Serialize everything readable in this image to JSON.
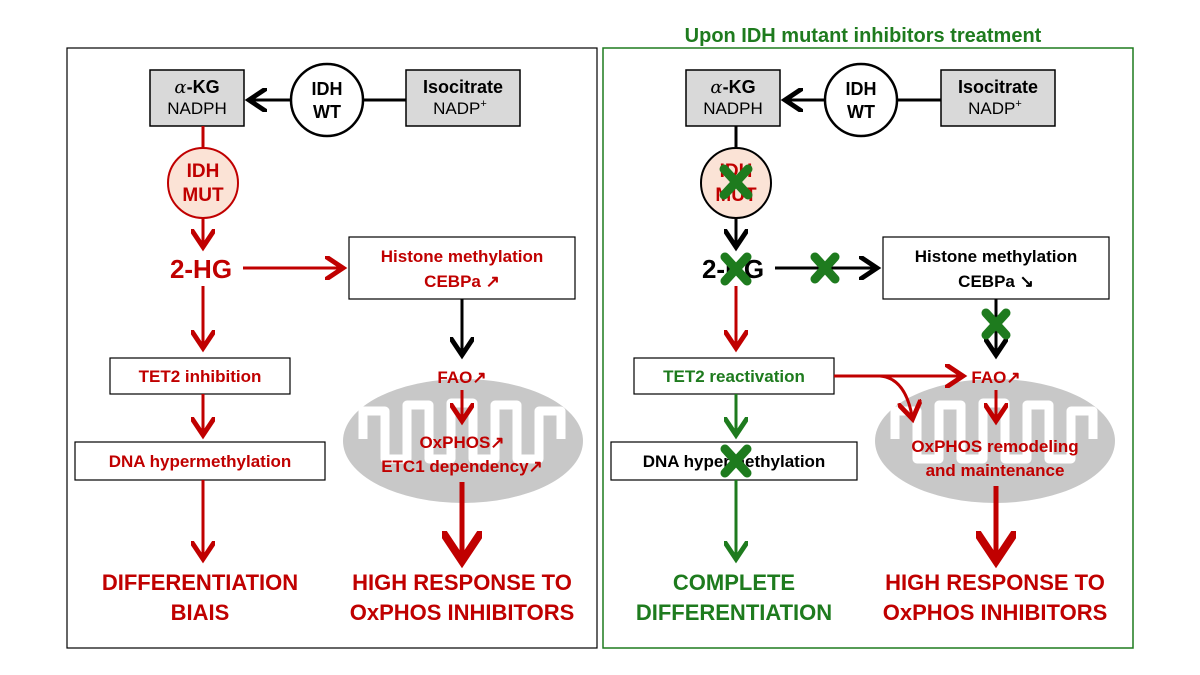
{
  "colors": {
    "red": "#c00000",
    "green": "#1e7b1e",
    "black": "#000000",
    "gray_box": "#d9d9d9",
    "pink_circle": "#fbe3d6",
    "mito_gray": "#c8c8c8"
  },
  "header": {
    "right_title": "Upon IDH mutant inhibitors treatment"
  },
  "left_panel": {
    "akg_line1_greek": "α",
    "akg_line1_rest": "-KG",
    "akg_line2": "NADPH",
    "idh_wt_line1": "IDH",
    "idh_wt_line2": "WT",
    "isocitrate_line1": "Isocitrate",
    "isocitrate_line2": "NADP",
    "isocitrate_sup": "+",
    "idh_mut_line1": "IDH",
    "idh_mut_line2": "MUT",
    "hg": "2-HG",
    "histone_line1": "Histone methylation",
    "histone_line2": "CEBPa ↗",
    "tet2": "TET2 inhibition",
    "fao": "FAO↗",
    "oxphos_line1": "OxPHOS↗",
    "oxphos_line2": "ETC1 dependency↗",
    "dna": "DNA hypermethylation",
    "outcome1_line1": "DIFFERENTIATION",
    "outcome1_line2": "BIAIS",
    "outcome2_line1": "HIGH RESPONSE TO",
    "outcome2_line2": "OxPHOS INHIBITORS"
  },
  "right_panel": {
    "akg_line1_greek": "α",
    "akg_line1_rest": "-KG",
    "akg_line2": "NADPH",
    "idh_wt_line1": "IDH",
    "idh_wt_line2": "WT",
    "isocitrate_line1": "Isocitrate",
    "isocitrate_line2": "NADP",
    "isocitrate_sup": "+",
    "idh_mut_line1": "IDH",
    "idh_mut_line2": "MUT",
    "hg": "2-HG",
    "histone_line1": "Histone methylation",
    "histone_line2": "CEBPa ↘",
    "tet2": "TET2 reactivation",
    "fao": "FAO↗",
    "oxphos_line1": "OxPHOS remodeling",
    "oxphos_line2": "and maintenance",
    "dna": "DNA hypermethylation",
    "outcome1_line1": "COMPLETE",
    "outcome1_line2": "DIFFERENTIATION",
    "outcome2_line1": "HIGH RESPONSE TO",
    "outcome2_line2": "OxPHOS INHIBITORS"
  }
}
